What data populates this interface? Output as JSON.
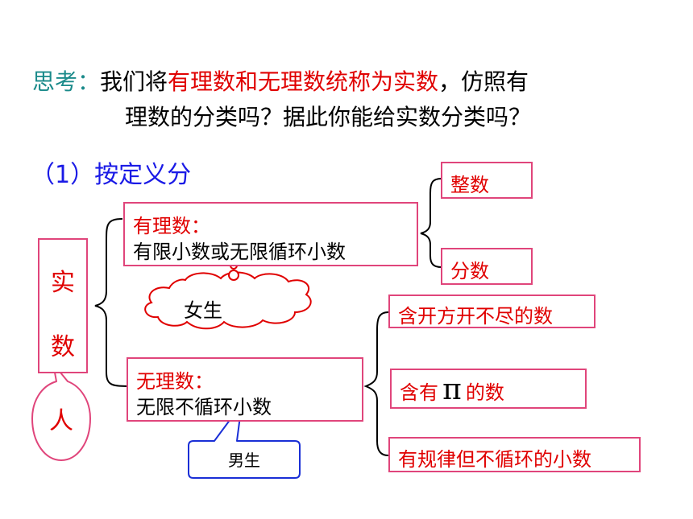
{
  "question": {
    "label": "思考：",
    "text_before": "我们将",
    "highlight": "有理数和无理数统称为实数",
    "text_after": "，仿照有",
    "line2": "理数的分类吗？据此你能给实数分类吗？"
  },
  "section": {
    "title": "（1）按定义分"
  },
  "root": {
    "char1": "实",
    "char2": "数"
  },
  "callout_person": "人",
  "rational": {
    "title": "有理数：",
    "description": "有限小数或无限循环小数",
    "children": [
      "整数",
      "分数"
    ]
  },
  "cloud_label": "女生",
  "irrational": {
    "title": "无理数：",
    "description": "无限不循环小数",
    "children": {
      "item1": "含开方开不尽的数",
      "item2_prefix": "含有",
      "item2_symbol": "π",
      "item2_suffix": "的数",
      "item3": "有规律但不循环的小数"
    }
  },
  "speech_label": "男生",
  "colors": {
    "teal": "#1a8a8a",
    "red": "#e00000",
    "blue": "#1a1ae6",
    "pink_border": "#e0457b",
    "speech_border": "#1a2fd6"
  }
}
